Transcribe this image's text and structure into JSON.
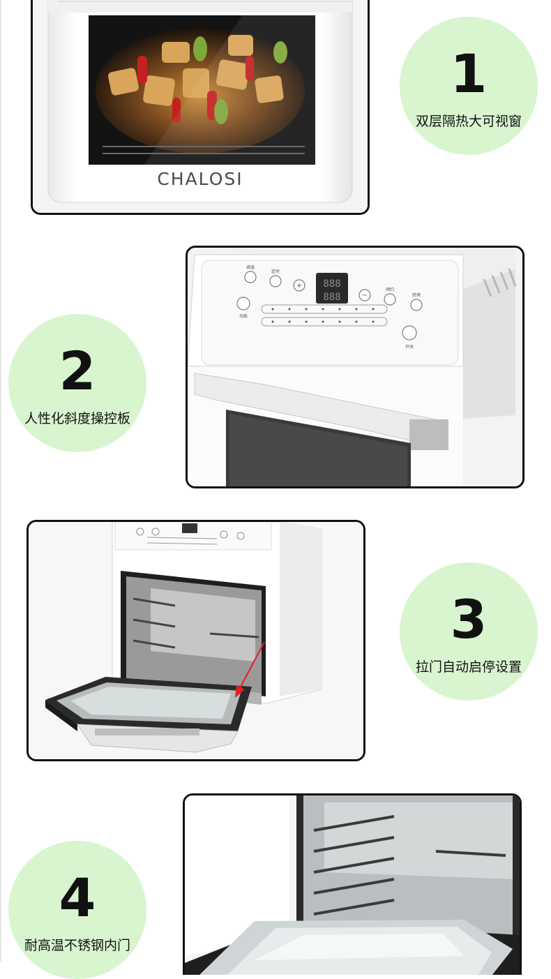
{
  "brand": "CHALOSI",
  "features": [
    {
      "number": "1",
      "caption": "双层隔热大可视窗"
    },
    {
      "number": "2",
      "caption": "人性化斜度操控板"
    },
    {
      "number": "3",
      "caption": "拉门自动启停设置"
    },
    {
      "number": "4",
      "caption": "耐高温不锈钢内门"
    }
  ],
  "control_panel": {
    "display": "888",
    "labels": {
      "temp": "调温",
      "timer": "定时",
      "reserve": "预约",
      "rotate": "转烤",
      "menu": "功能",
      "power": "开关"
    }
  },
  "colors": {
    "circle_bg": "#d8f5cf",
    "frame_border": "#111111",
    "arrow": "#e02020"
  }
}
